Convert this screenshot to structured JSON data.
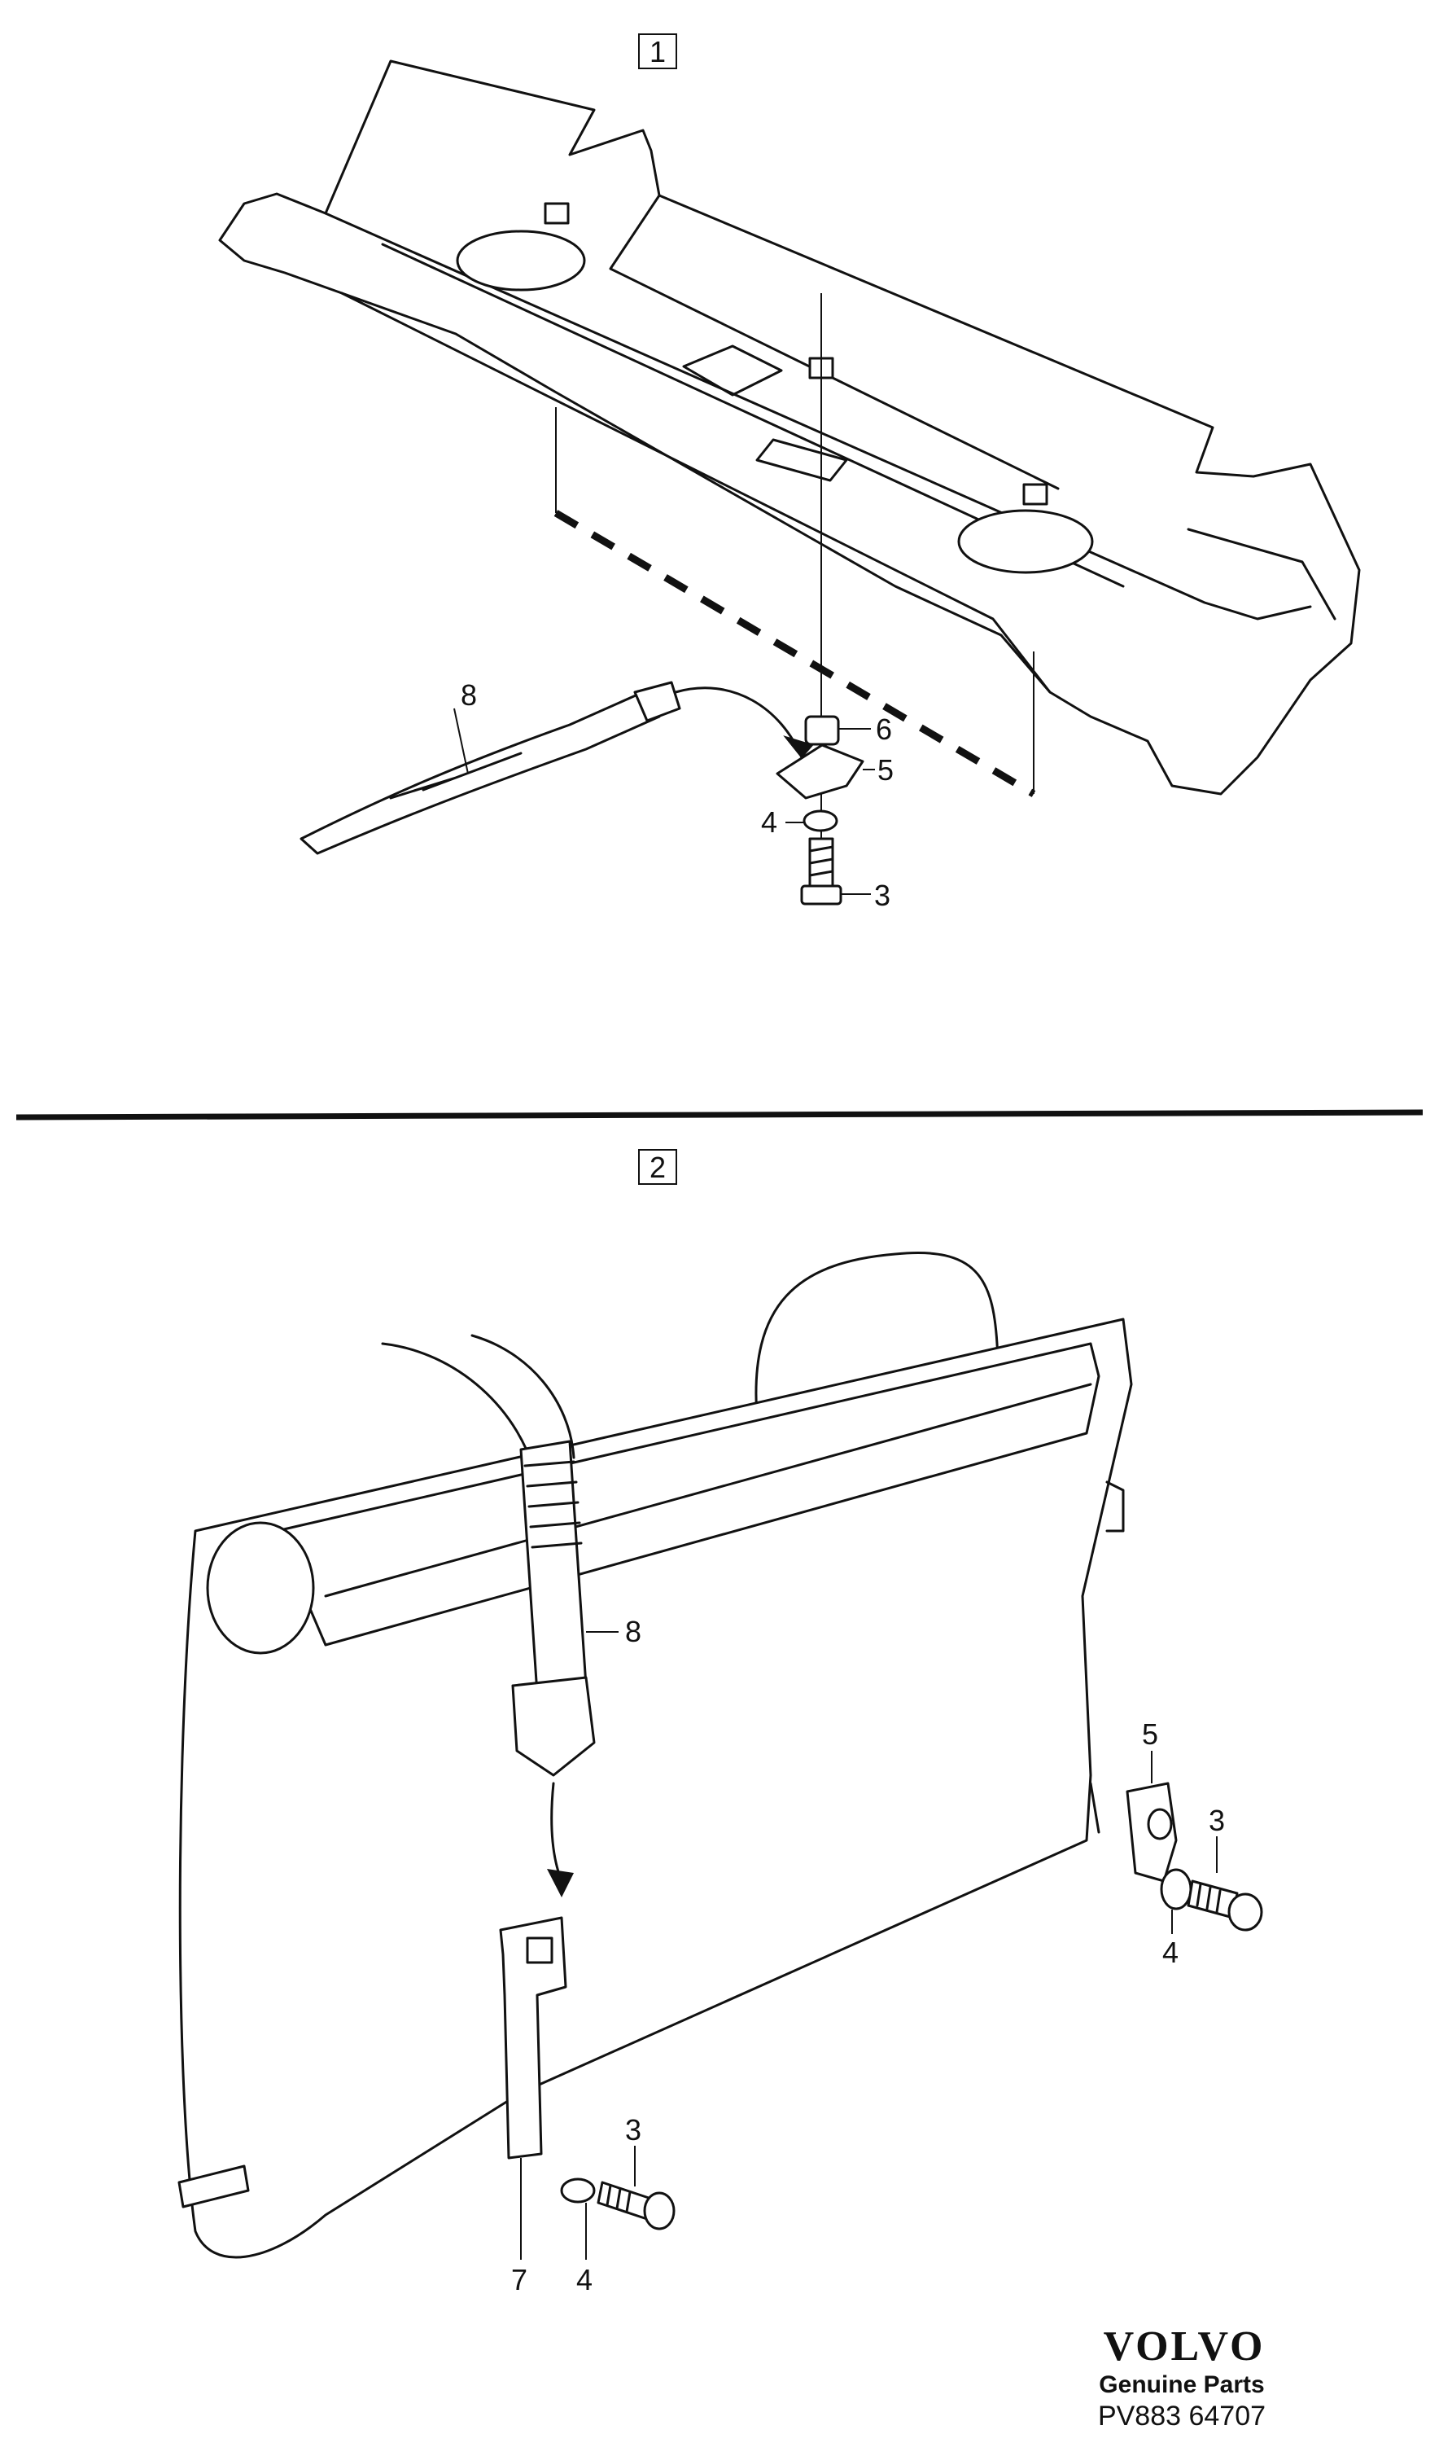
{
  "views": [
    {
      "box_label": "1",
      "callouts": [
        "8",
        "6",
        "5",
        "4",
        "3"
      ]
    },
    {
      "box_label": "2",
      "callouts": [
        "8",
        "5",
        "3",
        "4",
        "7",
        "4",
        "3"
      ]
    }
  ],
  "brand": {
    "logo_text": "VOLVO",
    "tagline": "Genuine Parts",
    "part_number": "PV883 64707"
  }
}
